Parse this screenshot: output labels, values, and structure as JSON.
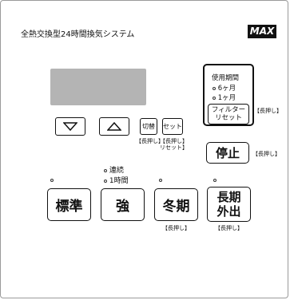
{
  "header": {
    "title": "全熱交換型24時間換気システム",
    "brand": "MAX"
  },
  "buttons": {
    "down_icon": "triangle-down-icon",
    "up_icon": "triangle-up-icon",
    "switch": {
      "label": "切替",
      "note": "【長押し】"
    },
    "set": {
      "label": "セット",
      "note_line1": "【長押し】",
      "note_line2": "リセット】"
    }
  },
  "period": {
    "title": "使用期間",
    "options": [
      "6ヶ月",
      "1ヶ月"
    ],
    "filter_reset_line1": "フィルター",
    "filter_reset_line2": "リセット",
    "filter_note": "【長押し】"
  },
  "stop": {
    "label": "停止",
    "note": "【長押し】"
  },
  "strong_options": {
    "continuous": "連続",
    "one_hour": "1時間"
  },
  "modes": {
    "standard": "標準",
    "strong": "強",
    "winter": "冬期",
    "winter_note": "【長押し】",
    "away_line1": "長期",
    "away_line2": "外出",
    "away_note": "【長押し】"
  }
}
